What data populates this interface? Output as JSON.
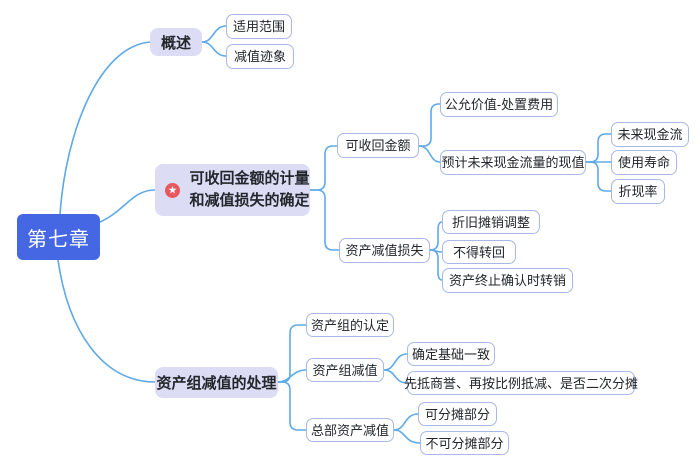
{
  "icons": {
    "star": "★"
  },
  "colors": {
    "root_bg": "#4667e3",
    "branch_bg": "#dcddf5",
    "leaf_border": "#a8b9e6",
    "line": "#5ea9e6",
    "text": "#23262b",
    "star_bg": "#e8565e"
  },
  "map": {
    "root": {
      "label": "第七章"
    },
    "branches": [
      {
        "label": "概述",
        "children": [
          {
            "label": "适用范围"
          },
          {
            "label": "减值迹象"
          }
        ]
      },
      {
        "label": "可收回金额的计量和减值损失的确定",
        "marker": "star",
        "children": [
          {
            "label": "可收回金额",
            "children": [
              {
                "label": "公允价值-处置费用"
              },
              {
                "label": "预计未来现金流量的现值",
                "children": [
                  {
                    "label": "未来现金流"
                  },
                  {
                    "label": "使用寿命"
                  },
                  {
                    "label": "折现率"
                  }
                ]
              }
            ]
          },
          {
            "label": "资产减值损失",
            "children": [
              {
                "label": "折旧摊销调整"
              },
              {
                "label": "不得转回"
              },
              {
                "label": "资产终止确认时转销"
              }
            ]
          }
        ]
      },
      {
        "label": "资产组减值的处理",
        "children": [
          {
            "label": "资产组的认定"
          },
          {
            "label": "资产组减值",
            "children": [
              {
                "label": "确定基础一致"
              },
              {
                "label": "先抵商誉、再按比例抵减、是否二次分摊"
              }
            ]
          },
          {
            "label": "总部资产减值",
            "children": [
              {
                "label": "可分摊部分"
              },
              {
                "label": "不可分摊部分"
              }
            ]
          }
        ]
      }
    ]
  }
}
